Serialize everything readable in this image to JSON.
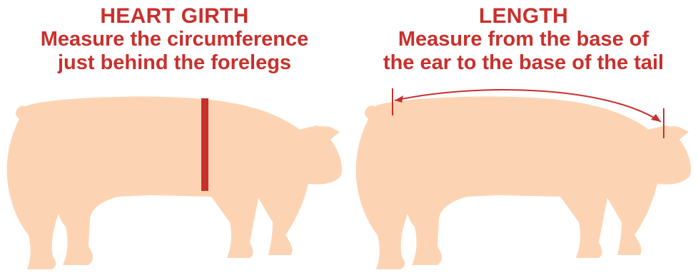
{
  "colors": {
    "accent": "#c9302c",
    "pig_fill": "#fdd4b3",
    "background": "#ffffff"
  },
  "heart_girth": {
    "title": "HEART GIRTH",
    "line1": "Measure the circumference",
    "line2": "just behind the forelegs"
  },
  "length": {
    "title": "LENGTH",
    "line1": "Measure from the base of",
    "line2": "the ear to the base of the tail"
  }
}
